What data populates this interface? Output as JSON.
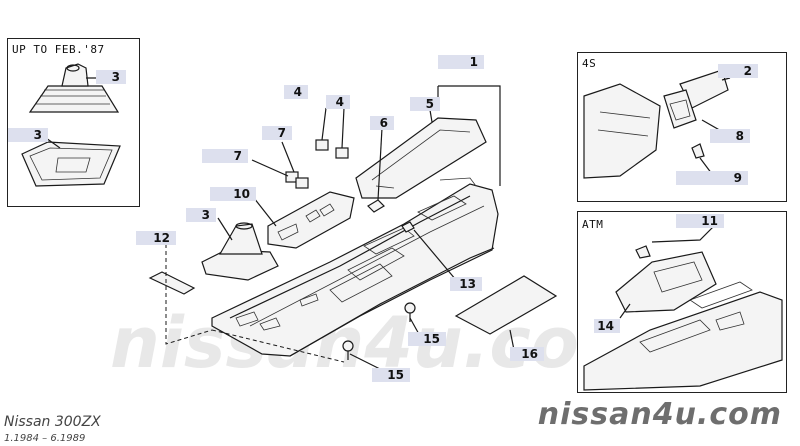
{
  "insets": {
    "early": {
      "title": "UP TO FEB.'87"
    },
    "four_s": {
      "title": "4S"
    },
    "atm": {
      "title": "ATM"
    }
  },
  "callouts": {
    "c1": "1",
    "c2": "2",
    "c3a": "3",
    "c3b": "3",
    "c3c": "3",
    "c4a": "4",
    "c4b": "4",
    "c5": "5",
    "c6": "6",
    "c7a": "7",
    "c7b": "7",
    "c8": "8",
    "c9": "9",
    "c10": "10",
    "c11": "11",
    "c12": "12",
    "c13": "13",
    "c14": "14",
    "c15a": "15",
    "c15b": "15",
    "c16": "16"
  },
  "footer": {
    "model": "Nissan 300ZX",
    "years": "1.1984 – 6.1989",
    "brand": "nissan4u.com",
    "watermark": "nissan4u.com"
  },
  "colors": {
    "callout_bg": "#dde0ee",
    "line": "#1a1a1a"
  }
}
